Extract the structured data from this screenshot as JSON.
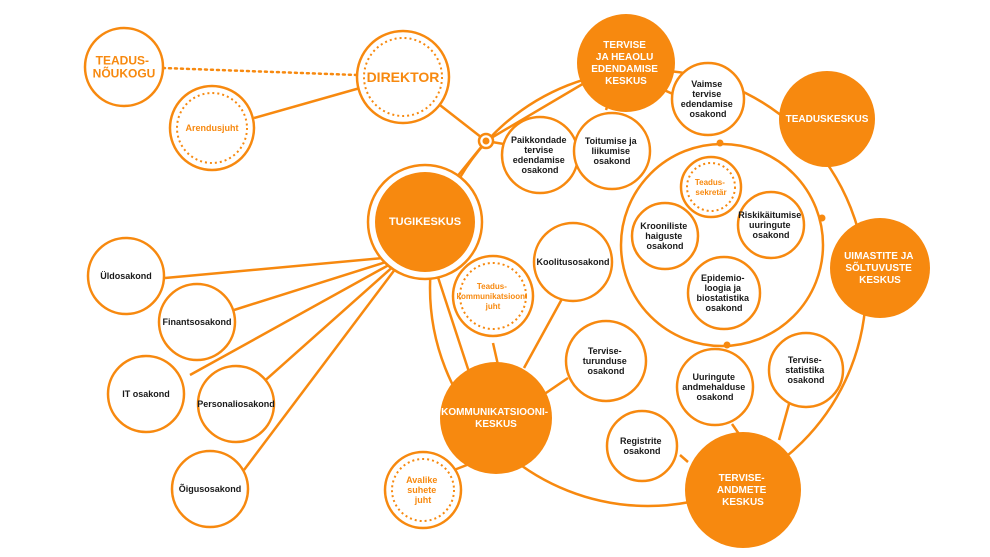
{
  "nodes": {
    "teadusnoukogu": {
      "lines": [
        "TEADUS-",
        "NÕUKOGU"
      ]
    },
    "direktor": {
      "lines": [
        "DIREKTOR"
      ]
    },
    "arendusjuht": {
      "lines": [
        "Arendusjuht"
      ]
    },
    "tugikeskus": {
      "lines": [
        "TUGIKESKUS"
      ]
    },
    "uldosakond": {
      "lines": [
        "Üldosakond"
      ]
    },
    "finantsosakond": {
      "lines": [
        "Finantsosakond"
      ]
    },
    "it_osakond": {
      "lines": [
        "IT osakond"
      ]
    },
    "personaliosakond": {
      "lines": [
        "Personaliosakond"
      ]
    },
    "oigusosakond": {
      "lines": [
        "Õigusosakond"
      ]
    },
    "tervise_heaolu": {
      "lines": [
        "TERVISE",
        "JA HEAOLU",
        "EDENDAMISE",
        "KESKUS"
      ]
    },
    "vaimse_tervise": {
      "lines": [
        "Vaimse",
        "tervise",
        "edendamise",
        "osakond"
      ]
    },
    "paikkondade": {
      "lines": [
        "Paikkondade",
        "tervise",
        "edendamise",
        "osakond"
      ]
    },
    "toitumise": {
      "lines": [
        "Toitumise ja",
        "liikumise",
        "osakond"
      ]
    },
    "teaduskeskus": {
      "lines": [
        "TEADUSKESKUS"
      ]
    },
    "teadussekretar": {
      "lines": [
        "Teadus-",
        "sekretär"
      ]
    },
    "krooniliste": {
      "lines": [
        "Krooniliste",
        "haiguste",
        "osakond"
      ]
    },
    "riskikaitumise": {
      "lines": [
        "Riskikäitumise",
        "uuringute",
        "osakond"
      ]
    },
    "epidemioloogia": {
      "lines": [
        "Epidemio-",
        "loogia ja",
        "biostatistika",
        "osakond"
      ]
    },
    "uimastite": {
      "lines": [
        "UIMASTITE JA",
        "SÕLTUVUSTE",
        "KESKUS"
      ]
    },
    "koolitusosakond": {
      "lines": [
        "Koolitusosakond"
      ]
    },
    "teaduskommunikatsiooni": {
      "lines": [
        "Teadus-",
        "kommunikatsiooni",
        "juht"
      ]
    },
    "kommunikatsiooni": {
      "lines": [
        "KOMMUNIKATSIOONI-",
        "KESKUS"
      ]
    },
    "avalike_suhete": {
      "lines": [
        "Avalike",
        "suhete",
        "juht"
      ]
    },
    "tervise_turunduse": {
      "lines": [
        "Tervise-",
        "turunduse",
        "osakond"
      ]
    },
    "uuringute_andmehalduse": {
      "lines": [
        "Uuringute",
        "andmehalduse",
        "osakond"
      ]
    },
    "tervisestatistika": {
      "lines": [
        "Tervise-",
        "statistika",
        "osakond"
      ]
    },
    "registrite": {
      "lines": [
        "Registrite",
        "osakond"
      ]
    },
    "tervise_andmete": {
      "lines": [
        "TERVISE-",
        "ANDMETE",
        "KESKUS"
      ]
    }
  },
  "colors": {
    "accent": "#f7890f",
    "text_dark": "#1a1a1a",
    "background": "#ffffff"
  }
}
